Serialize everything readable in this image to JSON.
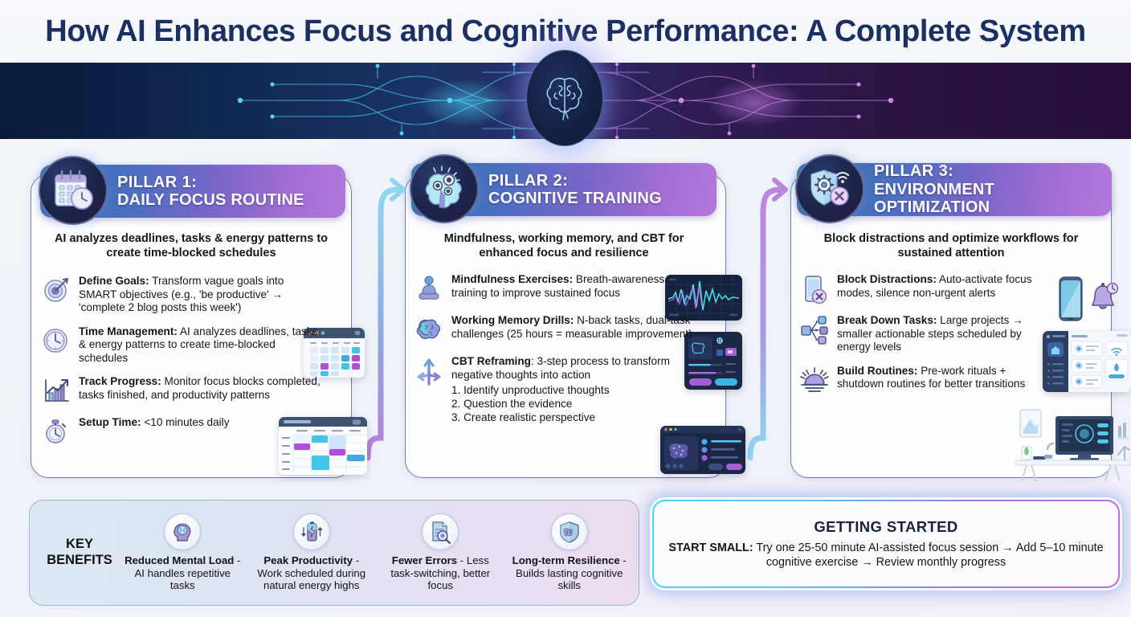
{
  "header": {
    "title": "How AI Enhances Focus and Cognitive Performance: A Complete System",
    "banner_icon": "brain-circuit-icon"
  },
  "pillars": [
    {
      "number_label": "PILLAR 1:",
      "name": "DAILY FOCUS ROUTINE",
      "badge_icon": "calendar-clock-icon",
      "subtitle": "AI analyzes deadlines, tasks & energy patterns to create time-blocked schedules",
      "items": [
        {
          "icon": "target-icon",
          "title": "Define Goals:",
          "text": " Transform vague goals into SMART objectives (e.g., 'be productive' → 'complete 2 blog posts this week')"
        },
        {
          "icon": "clock-icon",
          "title": "Time Management:",
          "text": " AI analyzes deadlines, tasks & energy patterns to create time-blocked schedules"
        },
        {
          "icon": "chart-growth-icon",
          "title": "Track Progress:",
          "text": " Monitor focus blocks completed, tasks finished, and productivity patterns"
        },
        {
          "icon": "stopwatch-icon",
          "title": "Setup Time:",
          "text": " <10 minutes daily"
        }
      ]
    },
    {
      "number_label": "PILLAR 2:",
      "name": "COGNITIVE TRAINING",
      "badge_icon": "brain-gears-icon",
      "subtitle": "Mindfulness, working memory, and CBT for enhanced focus and resilience",
      "items": [
        {
          "icon": "meditation-icon",
          "title": "Mindfulness Exercises:",
          "text": " Breath-awareness training to improve sustained focus"
        },
        {
          "icon": "brain-icon",
          "title": "Working Memory Drills:",
          "text": " N-back tasks, dual-task challenges (25 hours = measurable improvement)"
        },
        {
          "icon": "branching-arrows-icon",
          "title": "CBT Reframing",
          "text": ": 3-step process to transform negative thoughts into action",
          "sublist": [
            "1. Identify unproductive thoughts",
            "2. Question the evidence",
            "3. Create realistic perspective"
          ]
        }
      ]
    },
    {
      "number_label": "PILLAR 3:",
      "name": "ENVIRONMENT OPTIMIZATION",
      "badge_icon": "shield-gear-wifi-icon",
      "subtitle": "Block distractions and optimize workflows for sustained attention",
      "items": [
        {
          "icon": "phone-block-icon",
          "title": "Block Distractions:",
          "text": " Auto-activate focus modes, silence non-urgent alerts"
        },
        {
          "icon": "task-breakdown-icon",
          "title": "Break Down Tasks:",
          "text": " Large projects → smaller actionable steps scheduled by energy levels"
        },
        {
          "icon": "sunrise-icon",
          "title": "Build Routines:",
          "text": " Pre-work rituals + shutdown routines for better transitions"
        }
      ]
    }
  ],
  "benefits": {
    "label_line1": "KEY",
    "label_line2": "BENEFITS",
    "items": [
      {
        "icon": "head-brain-icon",
        "title": "Reduced Mental Load",
        "text": " - AI handles repetitive tasks"
      },
      {
        "icon": "battery-bolt-icon",
        "title": "Peak Productivity",
        "text": " - Work scheduled during natural energy highs"
      },
      {
        "icon": "document-magnifier-icon",
        "title": "Fewer Errors",
        "text": " - Less task-switching, better focus"
      },
      {
        "icon": "shield-brain-icon",
        "title": "Long-term Resilience",
        "text": " - Builds lasting cognitive skills"
      }
    ]
  },
  "getting_started": {
    "title": "GETTING STARTED",
    "lead": "START SMALL:",
    "body": " Try one 25-50 minute AI-assisted focus session → Add 5–10 minute cognitive exercise → Review monthly progress"
  },
  "colors": {
    "title_navy": "#1b2f63",
    "header_gradient_start": "#2f6fa8",
    "header_gradient_end": "#b277dd",
    "accent_cyan": "#46d9f5",
    "accent_purple": "#c56ae0",
    "card_border": "#6b7fb5"
  }
}
